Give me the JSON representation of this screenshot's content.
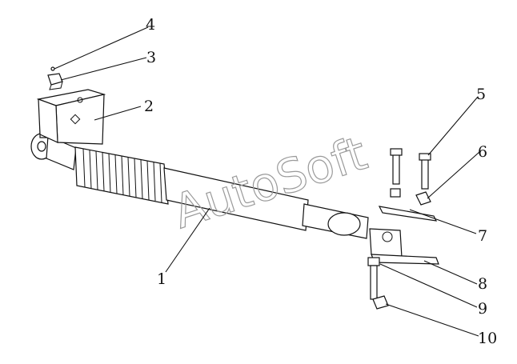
{
  "diagram": {
    "watermark": "AutoSoft",
    "callouts": [
      {
        "id": "1",
        "label": "1"
      },
      {
        "id": "2",
        "label": "2"
      },
      {
        "id": "3",
        "label": "3"
      },
      {
        "id": "4",
        "label": "4"
      },
      {
        "id": "5",
        "label": "5"
      },
      {
        "id": "6",
        "label": "6"
      },
      {
        "id": "7",
        "label": "7"
      },
      {
        "id": "8",
        "label": "8"
      },
      {
        "id": "9",
        "label": "9"
      },
      {
        "id": "10",
        "label": "10"
      }
    ]
  }
}
